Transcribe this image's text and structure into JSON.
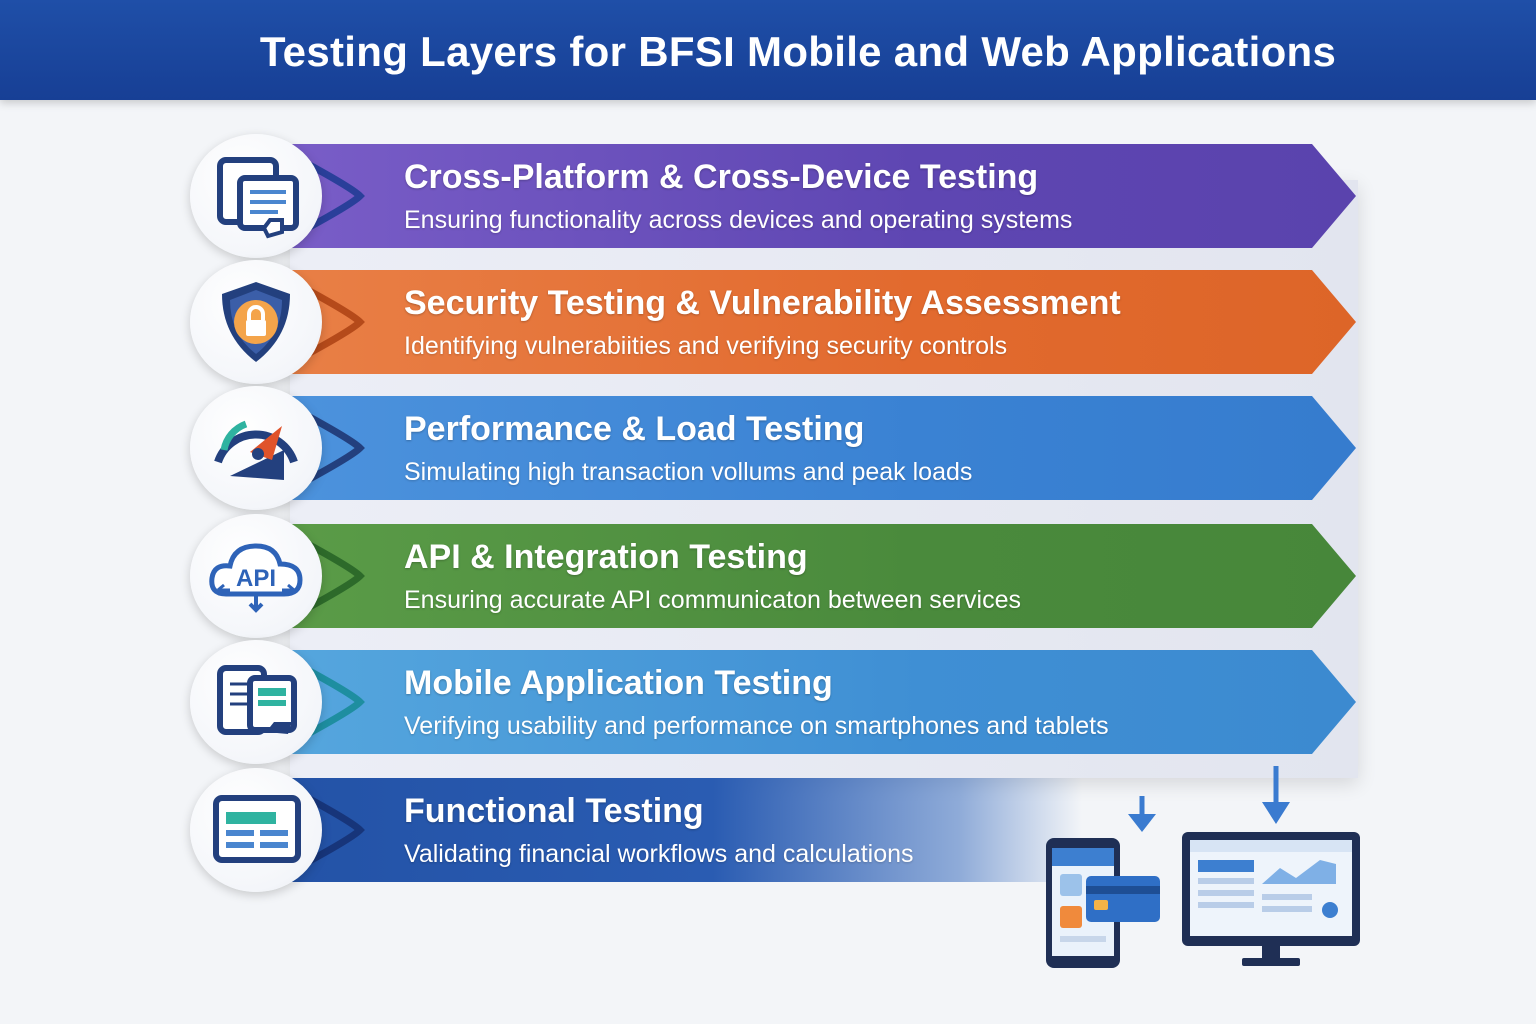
{
  "title": "Testing Layers for BFSI Mobile and Web Applications",
  "colors": {
    "header": "#1f4fa8",
    "layer_1": "#6a4ebc",
    "layer_2": "#e56f33",
    "layer_3": "#3f86d6",
    "layer_4": "#4d8e3f",
    "layer_5": "#3d8fd3",
    "layer_6": "#1f4fa0"
  },
  "layers": [
    {
      "title": "Cross-Platform & Cross-Device Testing",
      "description": "Ensuring functionality across devices and operating systems",
      "icon": "devices-icon"
    },
    {
      "title": "Security Testing & Vulnerability Assessment",
      "description": "Identifying vulnerabiities and verifying security controls",
      "icon": "shield-lock-icon"
    },
    {
      "title": "Performance & Load Testing",
      "description": "Simulating high transaction vollums and peak loads",
      "icon": "speedometer-icon"
    },
    {
      "title": "API & Integration Testing",
      "description": "Ensuring accurate API communicaton between services",
      "icon": "api-cloud-icon"
    },
    {
      "title": "Mobile Application Testing",
      "description": "Verifying usability and performance on smartphones and tablets",
      "icon": "tablet-phone-icon"
    },
    {
      "title": "Functional Testing",
      "description": "Validating financial workflows and calculations",
      "icon": "dashboard-icon"
    }
  ],
  "illustration": {
    "api_label": "API"
  }
}
